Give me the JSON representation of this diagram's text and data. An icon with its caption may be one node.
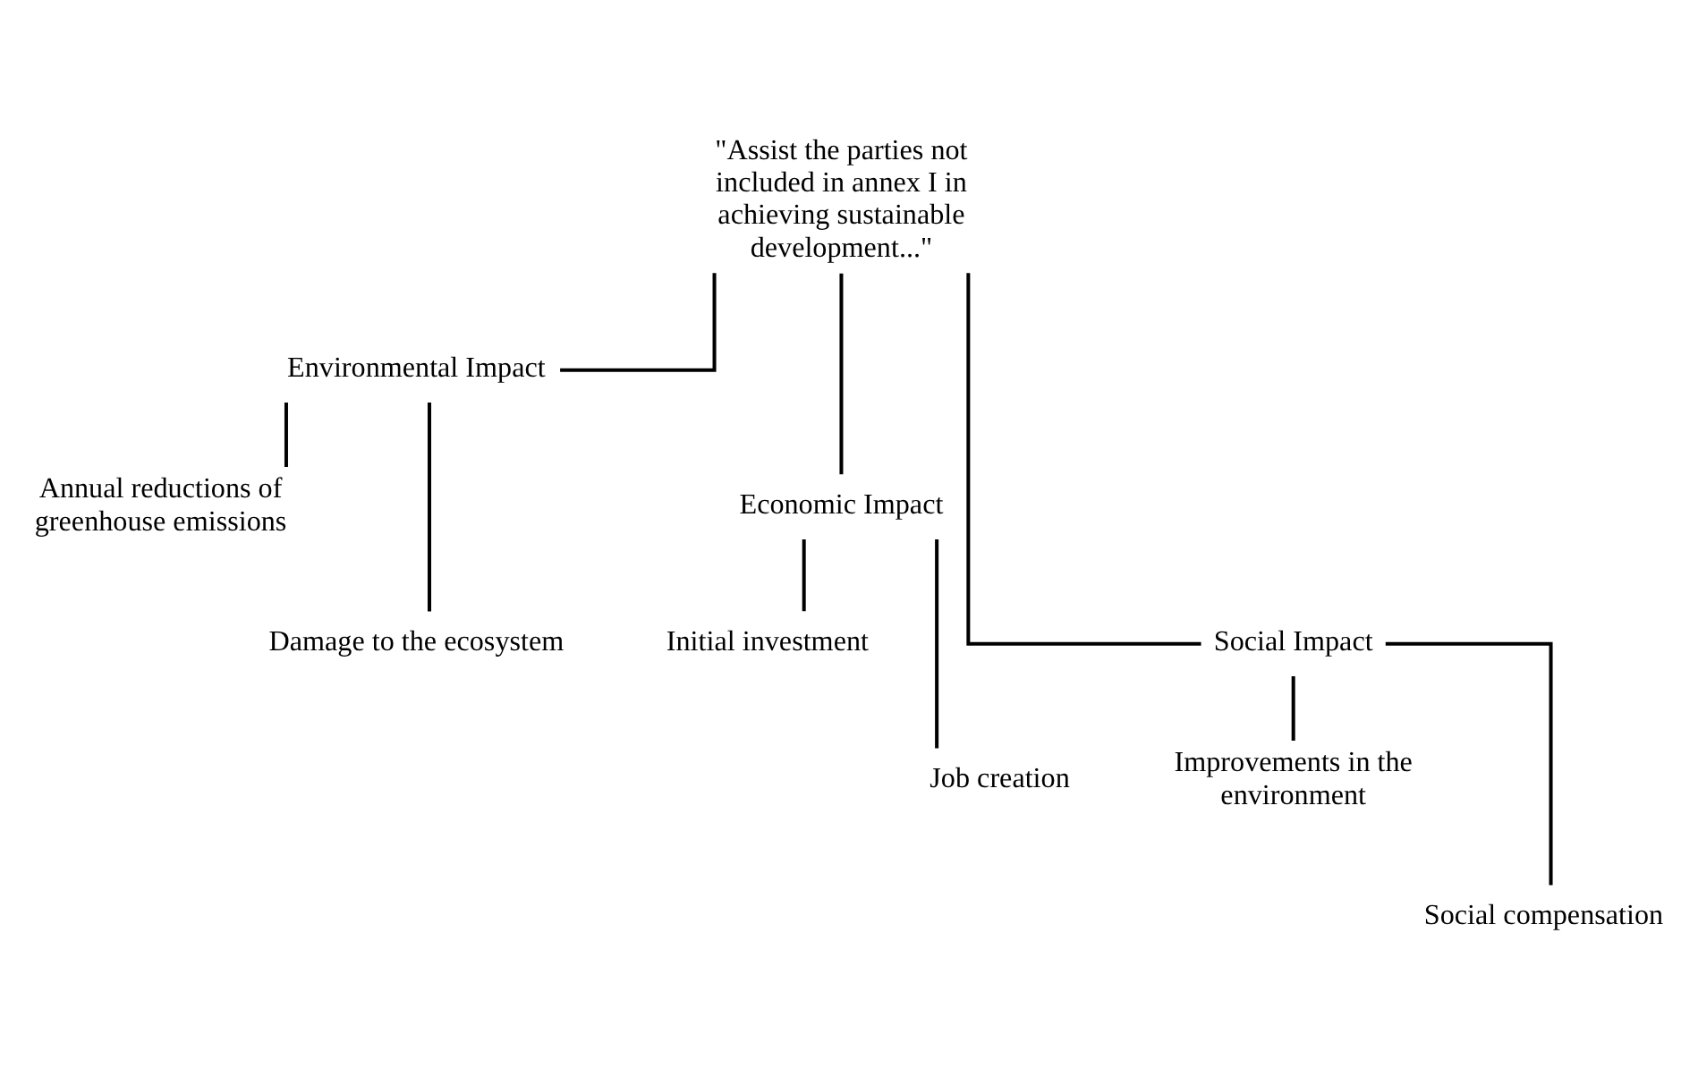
{
  "diagram": {
    "nodes": [
      {
        "text": [
          "\"Assist the parties not included in annex I in achieving sustainable development...\""
        ]
      },
      {
        "text": [
          "Environmental Impact"
        ]
      },
      {
        "text": [
          "Economic Impact"
        ]
      },
      {
        "text": [
          "Social Impact"
        ]
      },
      {
        "text": [
          "Annual reductions of greenhouse emissions"
        ]
      },
      {
        "text": [
          "Initial investment"
        ]
      },
      {
        "text": [
          "Improvements in the environment"
        ]
      },
      {
        "text": [
          "Damage to the ecosystem"
        ]
      },
      {
        "text": [
          "Job creation"
        ]
      },
      {
        "text": [
          "Social compensation"
        ]
      }
    ],
    "edges": [
      {
        "from": 0,
        "to": 1,
        "arrow": "none"
      },
      {
        "from": 0,
        "to": 2,
        "arrow": "none"
      },
      {
        "from": 0,
        "to": 3,
        "arrow": "none"
      },
      {
        "from": 1,
        "to": 4,
        "arrow": "none"
      },
      {
        "from": 1,
        "to": 7,
        "arrow": "none"
      },
      {
        "from": 2,
        "to": 5,
        "arrow": "none"
      },
      {
        "from": 2,
        "to": 8,
        "arrow": "none"
      },
      {
        "from": 3,
        "to": 6,
        "arrow": "none"
      },
      {
        "from": 3,
        "to": 9,
        "arrow": "none"
      }
    ]
  }
}
